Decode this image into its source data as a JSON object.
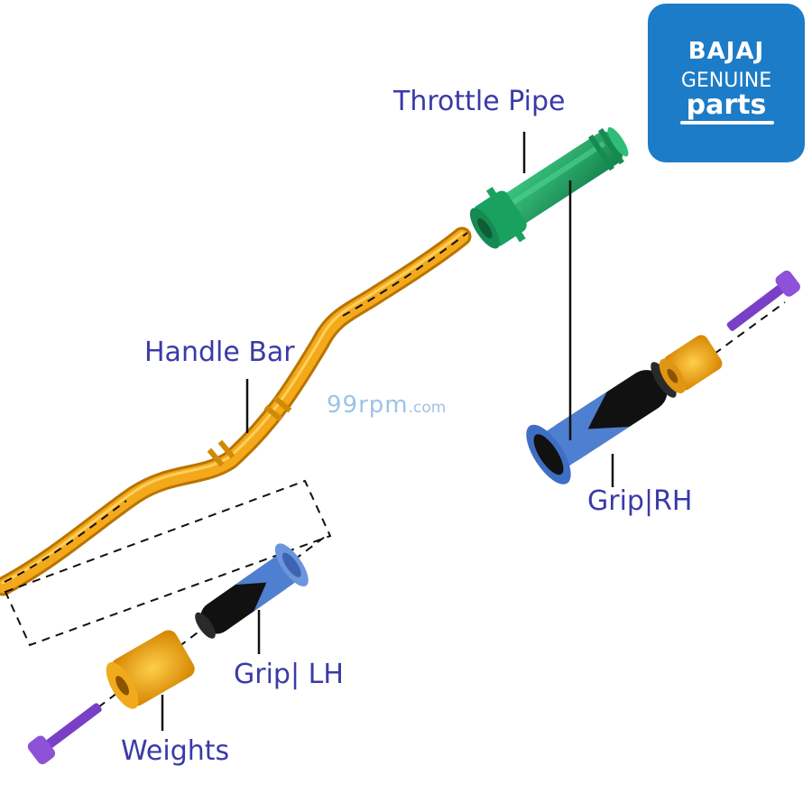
{
  "labels": {
    "throttle_pipe": "Throttle Pipe",
    "handle_bar": "Handle Bar",
    "grip_rh": "Grip|RH",
    "grip_lh": "Grip| LH",
    "weights": "Weights"
  },
  "watermark": {
    "main": "99rpm",
    "suffix": ".com"
  },
  "logo": {
    "line1": "BAJAJ",
    "line2": "GENUINE",
    "line3": "parts"
  },
  "colors": {
    "handle_bar": "#f2a516",
    "throttle_pipe": "#1e9e5e",
    "grip_black": "#111111",
    "grip_blue": "#4f7fd0",
    "weights": "#f2a516",
    "bolts": "#7a3fc7",
    "label_text": "#3a3aa8",
    "logo_bg": "#1d7cc7"
  }
}
